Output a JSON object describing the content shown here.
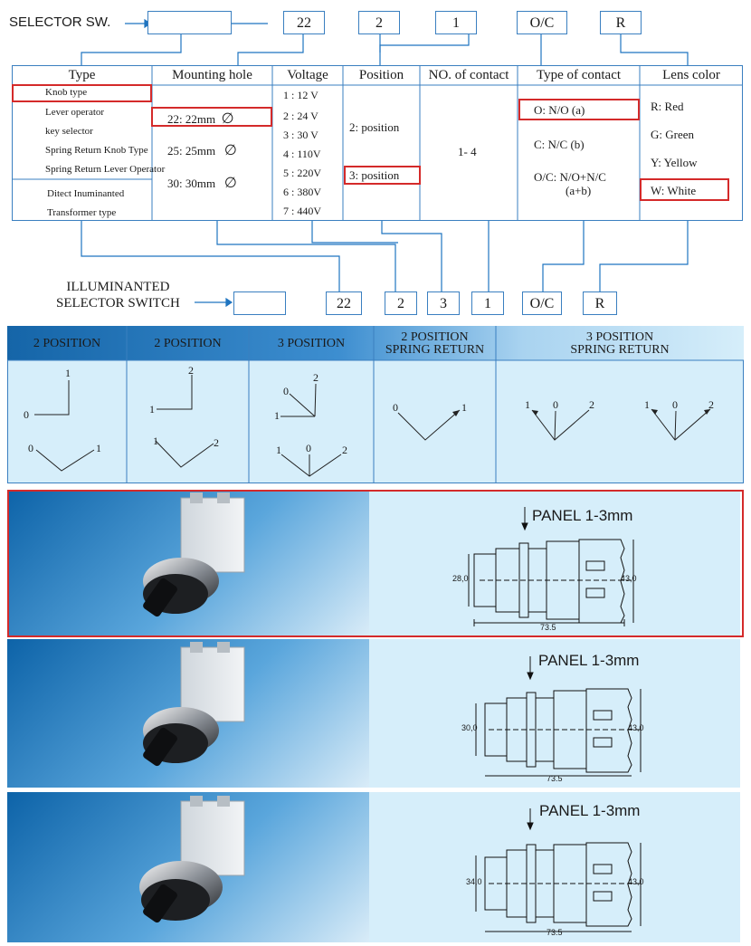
{
  "top": {
    "selector_label": "SELECTOR  SW.",
    "codes": [
      "22",
      "2",
      "1",
      "O/C",
      "R"
    ]
  },
  "table": {
    "headers": [
      "Type",
      "Mounting hole",
      "Voltage",
      "Position",
      "NO. of contact",
      "Type of contact",
      "Lens color"
    ],
    "types": [
      "Knob type",
      "Lever operator",
      "key selector",
      "Spring Return Knob Type",
      "Spring Return Lever Operator",
      "Ditect Inuminanted",
      "Transformer type"
    ],
    "mounting": [
      "22: 22mm",
      "25: 25mm",
      "30: 30mm"
    ],
    "diameter_symbol": "∅",
    "voltage": [
      "1 : 12 V",
      "2 : 24 V",
      "3 : 30 V",
      "4 : 110V",
      "5 : 220V",
      "6 : 380V",
      "7 : 440V"
    ],
    "position": [
      "2:  position",
      "3:  position"
    ],
    "contacts": "1- 4",
    "contact_types": [
      "O: N/O (a)",
      "C: N/C (b)",
      "O/C:  N/O+N/C",
      "(a+b)"
    ],
    "lens": [
      "R: Red",
      "G: Green",
      "Y: Yellow",
      "W: White"
    ]
  },
  "bottom": {
    "label_line1": "ILLUMINANTED",
    "label_line2": "SELECTOR SWITCH",
    "codes": [
      "22",
      "2",
      "3",
      "1",
      "O/C",
      "R"
    ]
  },
  "positions": {
    "headers": [
      "2 POSITION",
      "2 POSITION",
      "3 POSITION",
      "2 POSITION|SPRING RETURN",
      "3 POSITION|SPRING RETURN"
    ],
    "labels": [
      "0",
      "1",
      "2"
    ]
  },
  "products": [
    {
      "panel": "PANEL 1-3mm",
      "dim_left": "28,0",
      "dim_right": "43,0",
      "dim_len": "73.5"
    },
    {
      "panel": "PANEL 1-3mm",
      "dim_left": "30,0",
      "dim_right": "43,0",
      "dim_len": "73.5"
    },
    {
      "panel": "PANEL 1-3mm",
      "dim_left": "34,0",
      "dim_right": "43,0",
      "dim_len": "73.5"
    }
  ],
  "colors": {
    "accent": "#1f74c0",
    "red": "#d42a2a",
    "light": "#d6eefa"
  }
}
